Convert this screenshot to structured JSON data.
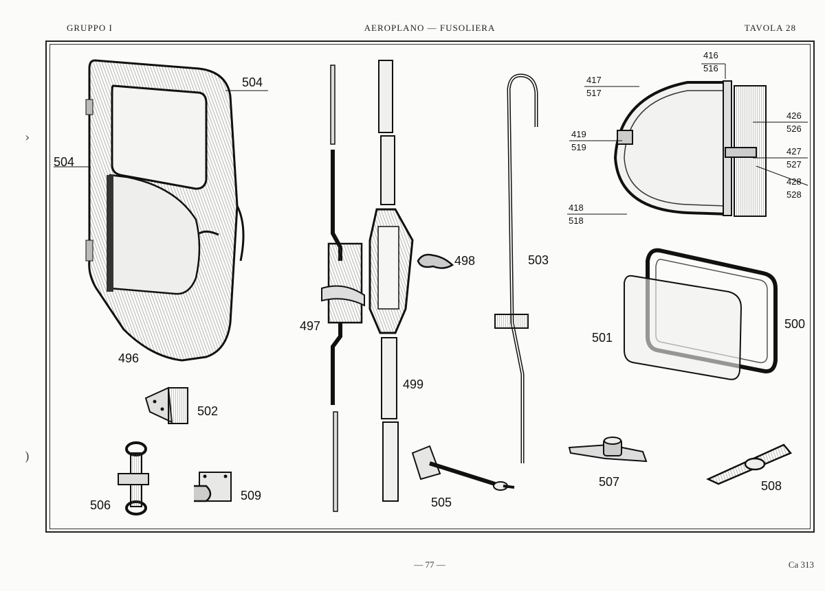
{
  "header": {
    "left": "GRUPPO I",
    "center": "AEROPLANO — FUSOLIERA",
    "right": "TAVOLA 28"
  },
  "footer": {
    "page": "— 77 —",
    "code": "Ca 313"
  },
  "part_labels": {
    "p496": "496",
    "p497": "497",
    "p498": "498",
    "p499": "499",
    "p500": "500",
    "p501": "501",
    "p502": "502",
    "p503": "503",
    "p504a": "504",
    "p504b": "504",
    "p505": "505",
    "p506": "506",
    "p507": "507",
    "p508": "508",
    "p509": "509",
    "p416": "416",
    "p516": "516",
    "p417": "417",
    "p517": "517",
    "p418": "418",
    "p518": "518",
    "p419": "419",
    "p519": "519",
    "p426": "426",
    "p526": "526",
    "p427": "427",
    "p527": "527",
    "p428": "428",
    "p528": "528"
  }
}
